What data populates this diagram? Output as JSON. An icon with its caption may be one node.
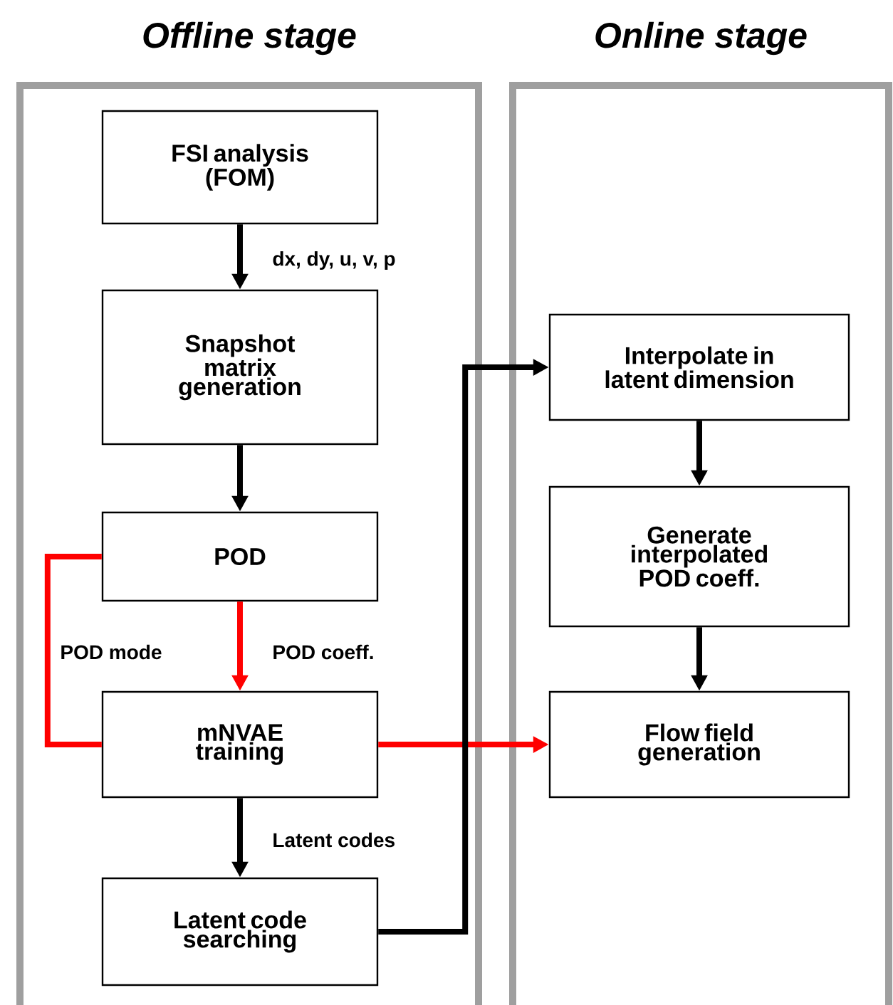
{
  "diagram": {
    "nodes": [
      {
        "text": [
          "Offline stage"
        ]
      },
      {
        "text": [
          "Online stage"
        ]
      },
      {
        "text": [
          "FSI analysis (FOM)"
        ],
        "in": 0
      },
      {
        "text": [
          "Snapshot matrix generation"
        ],
        "in": 0
      },
      {
        "text": [
          "POD"
        ],
        "in": 0
      },
      {
        "text": [
          "mNVAE training"
        ],
        "in": 0
      },
      {
        "text": [
          "Latent code searching"
        ],
        "in": 0
      },
      {
        "text": [
          "Interpolate in latent dimension"
        ],
        "in": 1
      },
      {
        "text": [
          "Generate interpolated POD coeff."
        ],
        "in": 1
      },
      {
        "text": [
          "Flow field generation"
        ],
        "in": 1
      }
    ],
    "edges": [
      {
        "from": 2,
        "to": 3,
        "arrow": "to",
        "label": "dx, dy, u, v, p"
      },
      {
        "from": 3,
        "to": 4,
        "arrow": "to"
      },
      {
        "from": 4,
        "to": 5,
        "arrow": "to",
        "label": "POD coeff.",
        "color": "#ff0000"
      },
      {
        "from": 4,
        "to": 5,
        "arrow": "none",
        "label": "POD mode",
        "color": "#ff0000"
      },
      {
        "from": 5,
        "to": 9,
        "arrow": "to",
        "color": "#ff0000"
      },
      {
        "from": 5,
        "to": 6,
        "arrow": "to",
        "label": "Latent codes"
      },
      {
        "from": 6,
        "to": 7,
        "arrow": "to"
      },
      {
        "from": 7,
        "to": 8,
        "arrow": "to"
      },
      {
        "from": 8,
        "to": 9,
        "arrow": "to"
      }
    ]
  }
}
